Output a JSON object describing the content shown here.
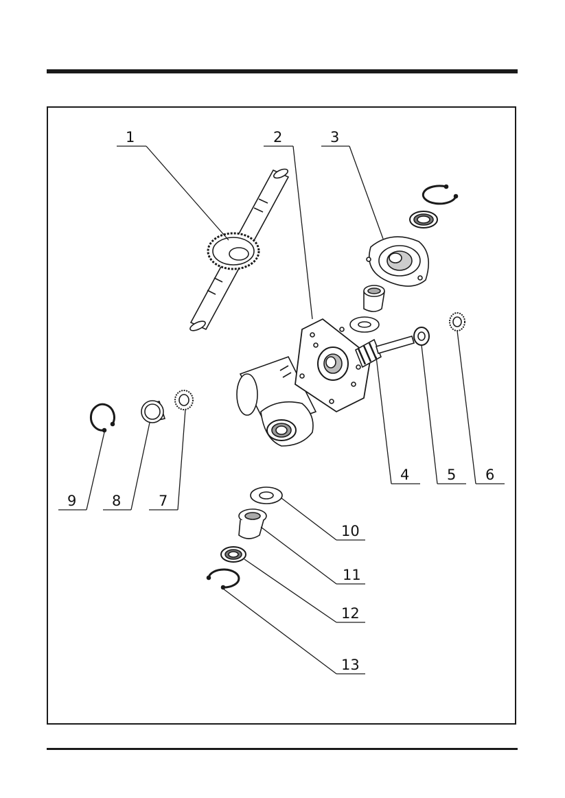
{
  "callouts": [
    {
      "id": "1",
      "label": "1"
    },
    {
      "id": "2",
      "label": "2"
    },
    {
      "id": "3",
      "label": "3"
    },
    {
      "id": "4",
      "label": "4"
    },
    {
      "id": "5",
      "label": "5"
    },
    {
      "id": "6",
      "label": "6"
    },
    {
      "id": "7",
      "label": "7"
    },
    {
      "id": "8",
      "label": "8"
    },
    {
      "id": "9",
      "label": "9"
    },
    {
      "id": "10",
      "label": "10"
    },
    {
      "id": "11",
      "label": "11"
    },
    {
      "id": "12",
      "label": "12"
    },
    {
      "id": "13",
      "label": "13"
    }
  ],
  "colors": {
    "ink": "#1a1a1a",
    "part_fill": "#ffffff",
    "shade": "#d8d8d8"
  }
}
